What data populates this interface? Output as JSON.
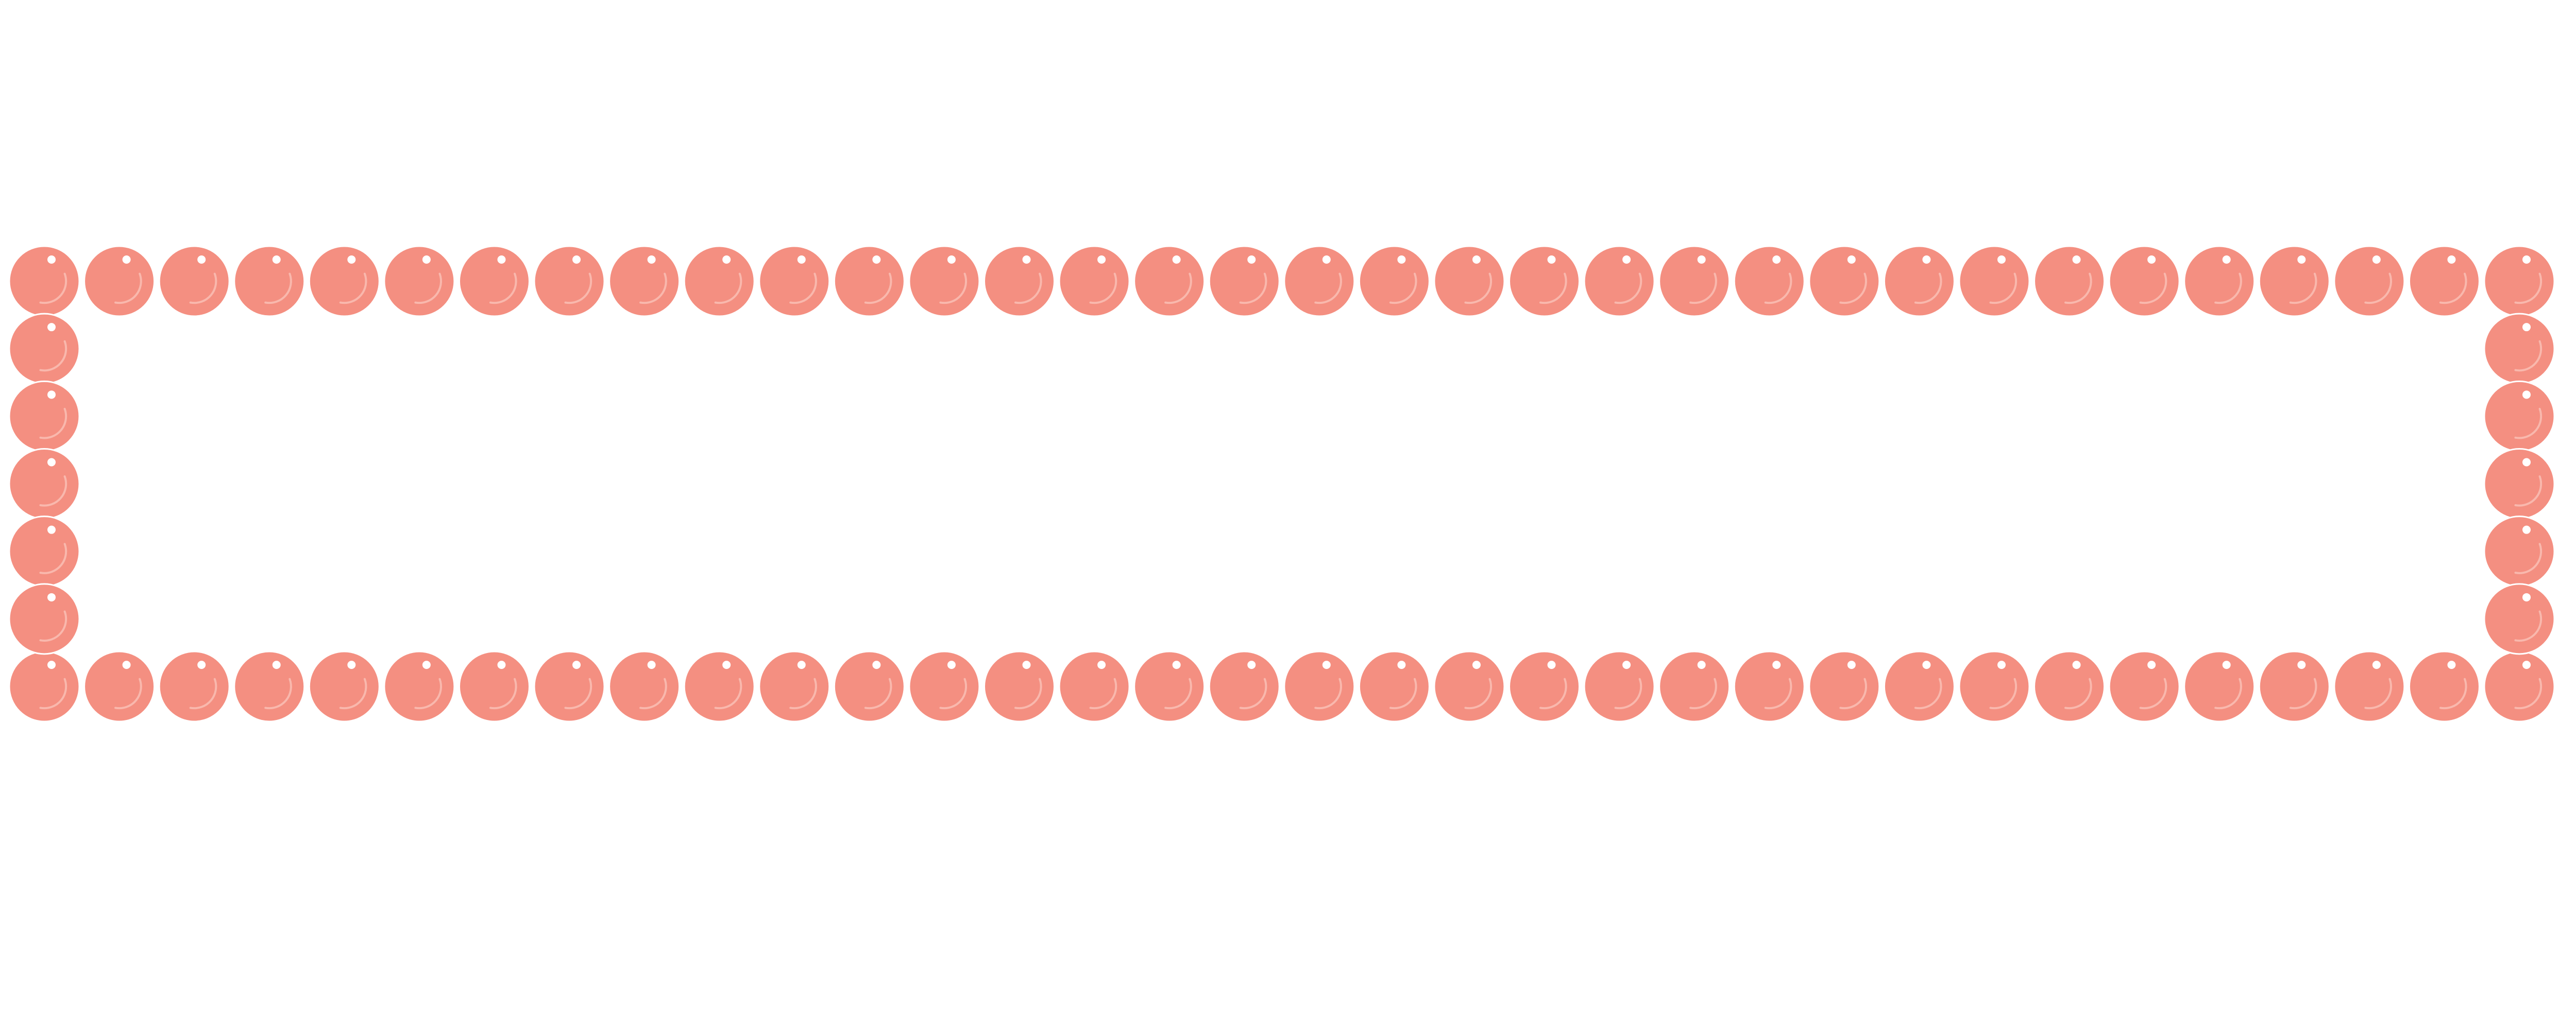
{
  "frame": {
    "shape": "pearl-bead-border",
    "bead_color": "#f48f81",
    "bead_rim_color": "#ffffff",
    "highlight_color": "#ffffff",
    "inner_arc_color": "#f9b8ad",
    "beads_per_long_side": 34,
    "beads_per_short_side": 7
  }
}
